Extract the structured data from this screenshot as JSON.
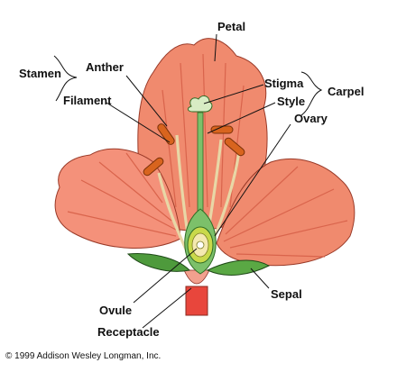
{
  "labels": {
    "petal": "Petal",
    "stamen": "Stamen",
    "anther": "Anther",
    "filament": "Filament",
    "stigma": "Stigma",
    "style": "Style",
    "carpel": "Carpel",
    "ovary": "Ovary",
    "ovule": "Ovule",
    "sepal": "Sepal",
    "receptacle": "Receptacle"
  },
  "copyright": "© 1999 Addison Wesley Longman, Inc.",
  "colors": {
    "petal_back": "#f08a6e",
    "petal_front": "#f4917a",
    "petal_vein": "#d9644c",
    "stem": "#e8463c",
    "sepal": "#4e9a3c",
    "style_green": "#7cc06a",
    "anther": "#d8641e",
    "ovary": "#c9d94a",
    "filament": "#e8d7a6"
  }
}
